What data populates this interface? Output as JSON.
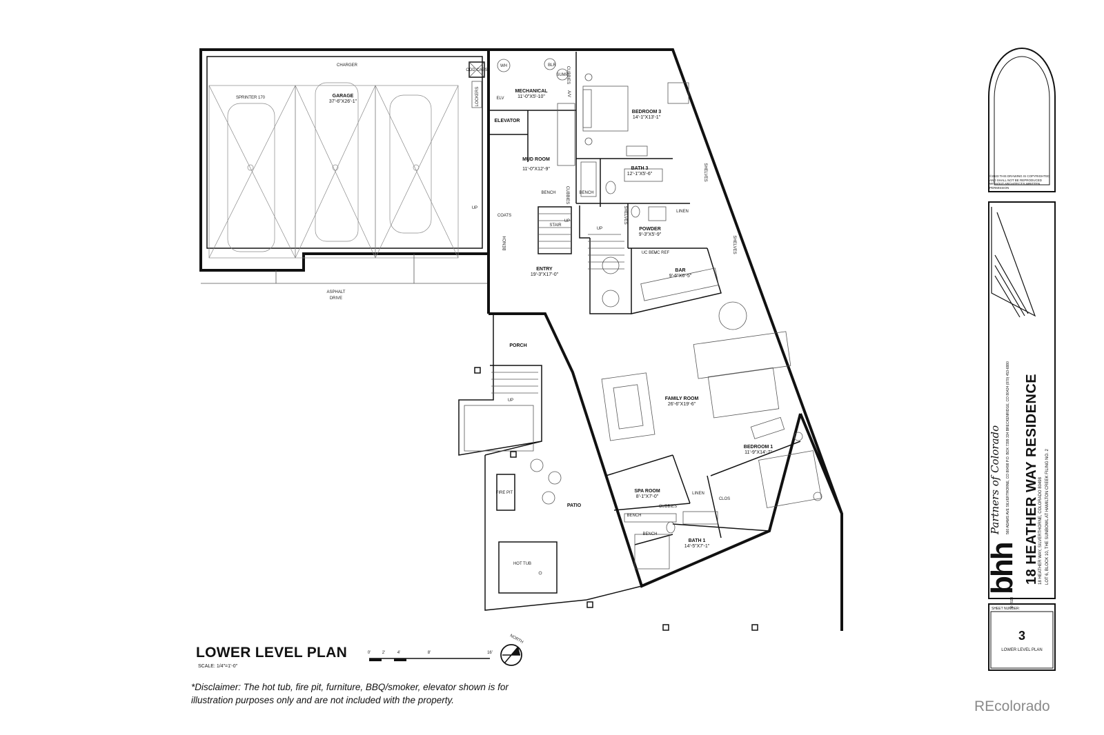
{
  "plan": {
    "title": "LOWER LEVEL PLAN",
    "scale": "SCALE: 1/4\"=1'-0\"",
    "scale_ticks": [
      "0'",
      "2'",
      "4'",
      "8'",
      "16'"
    ],
    "north_label": "NORTH",
    "rooms": [
      {
        "name": "GARAGE",
        "dims": "37'-6\"X26'-1\""
      },
      {
        "name": "MECHANICAL",
        "dims": "11'-0\"X5'-10\""
      },
      {
        "name": "ELEVATOR",
        "dims": ""
      },
      {
        "name": "MUD ROOM",
        "dims": "11'-0\"X12'-9\""
      },
      {
        "name": "BEDROOM 3",
        "dims": "14'-1\"X13'-1\""
      },
      {
        "name": "BATH 3",
        "dims": "12'-1\"X5'-6\""
      },
      {
        "name": "POWDER",
        "dims": "9'-3\"X5'-9\""
      },
      {
        "name": "BAR",
        "dims": "9'-6\"X6'-5\""
      },
      {
        "name": "ENTRY",
        "dims": "19'-3\"X17'-0\""
      },
      {
        "name": "FAMILY ROOM",
        "dims": "26'-6\"X19'-6\""
      },
      {
        "name": "BEDROOM 1",
        "dims": "11'-9\"X14'-7\""
      },
      {
        "name": "SPA ROOM",
        "dims": "8'-1\"X7'-0\""
      },
      {
        "name": "BATH 1",
        "dims": "14'-5\"X7'-1\""
      }
    ],
    "labels": {
      "charger": "CHARGER",
      "sprinter": "SPRINTER 170",
      "asphalt": "ASPHALT",
      "drive": "DRIVE",
      "lockers": "LOCKERS",
      "coats": "COATS",
      "bench": "BENCH",
      "stair": "STAIR",
      "up": "UP",
      "porch": "PORCH",
      "patio": "PATIO",
      "fire_pit": "FIRE PIT",
      "hot_tub": "HOT TUB",
      "linen": "LINEN",
      "clos": "CLOS",
      "shelves": "SHELVES",
      "cubbies": "CUBBIES",
      "elv": "ELV",
      "wh": "WH",
      "blr": "BLR",
      "sump": "SUMP",
      "av": "A/V",
      "odd_cabs": "ODD CABS",
      "uc_bev": "UC BEV",
      "uc_ref": "UC REF"
    }
  },
  "disclaimer": "*Disclaimer: The hot tub, fire pit, furniture, BBQ/smoker, elevator shown is for illustration purposes only and are not included with the property.",
  "title_block": {
    "project_name": "18 HEATHER WAY RESIDENCE",
    "project_address": "18 HEATHER WAY, SILVERTHORNE, COLORADO 80498",
    "project_lot": "LOT 6, BLOCK 10, THE SUNBOWL AT HAMILTON CREEK FILING NO. 2",
    "firm_logo": "bhh",
    "firm_partners": "Partners of Colorado",
    "firm_address": "560 ADAMS AVE SILVERTHORNE, CO 80498  P.O. BOX 7399 334 BRECKENRIDGE, CO 80424 (970) 453-6880",
    "firm_copyright": "© 2023",
    "copyright_note": "©2023 THIS DRAWING IS COPYRIGHTED AND SHALL NOT BE REPRODUCED WITHOUT ARCHITECT'S WRITTEN PERMISSION",
    "sheet_number_label": "SHEET NUMBER:",
    "sheet_number": "3",
    "sheet_title": "LOWER LEVEL PLAN"
  },
  "watermark": "REcolorado"
}
